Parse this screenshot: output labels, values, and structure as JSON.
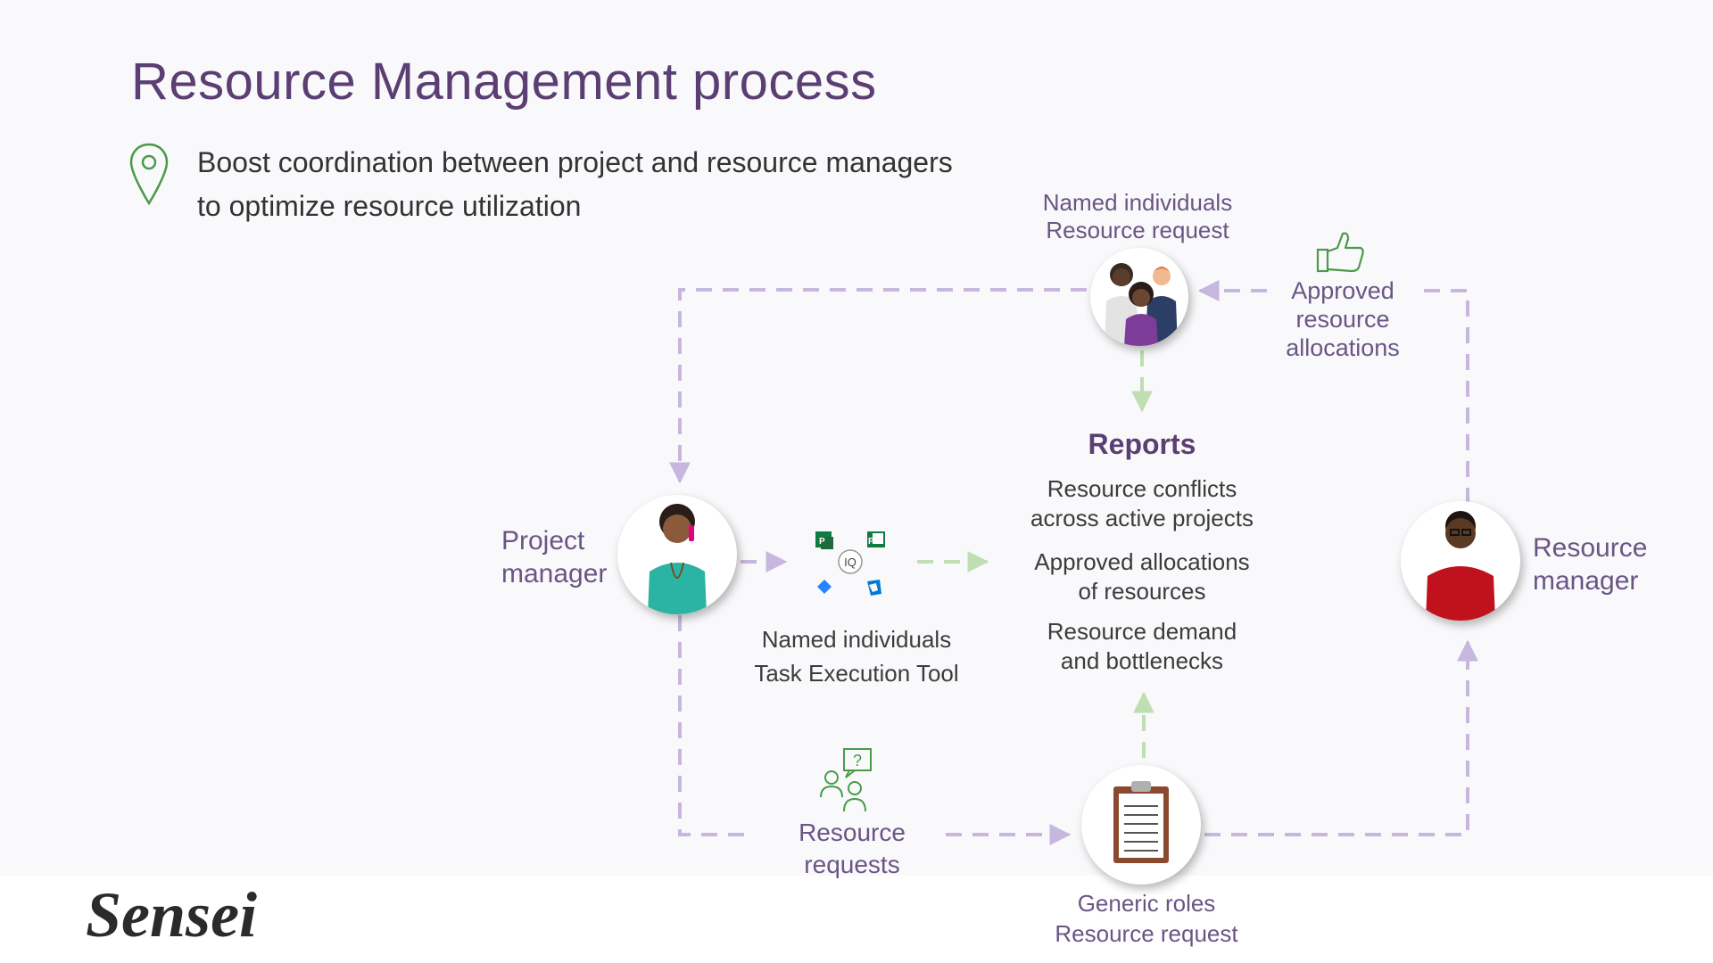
{
  "title": "Resource Management process",
  "subtitle": {
    "line1": "Boost coordination between project and resource managers",
    "line2": "to optimize resource utilization"
  },
  "nodes": {
    "named_request": {
      "line1": "Named individuals",
      "line2": "Resource request"
    },
    "approved": {
      "line1": "Approved",
      "line2": "resource",
      "line3": "allocations"
    },
    "project_manager": {
      "line1": "Project",
      "line2": "manager"
    },
    "task_tool": {
      "line1": "Named individuals",
      "line2": "Task Execution Tool",
      "center_badge": "IQ"
    },
    "reports": {
      "heading": "Reports",
      "items": [
        {
          "line1": "Resource conflicts",
          "line2": "across active projects"
        },
        {
          "line1": "Approved allocations",
          "line2": "of resources"
        },
        {
          "line1": "Resource demand",
          "line2": "and bottlenecks"
        }
      ]
    },
    "resource_manager": {
      "line1": "Resource",
      "line2": "manager"
    },
    "resource_requests": {
      "line1": "Resource",
      "line2": "requests",
      "icon_glyph": "?"
    },
    "generic_request": {
      "line1": "Generic roles",
      "line2": "Resource request"
    }
  },
  "logo_text": "Sensei",
  "colors": {
    "title": "#5b3e73",
    "purple_label": "#6a5585",
    "purple_arrow": "#c7b6de",
    "green_arrow": "#bfdfb2",
    "green_icon": "#4a9a4a"
  },
  "icons": [
    "map-pin-icon",
    "thumbs-up-icon",
    "people-question-icon",
    "clipboard-icon",
    "project-app-icon",
    "jira-icon",
    "azure-devops-icon"
  ]
}
